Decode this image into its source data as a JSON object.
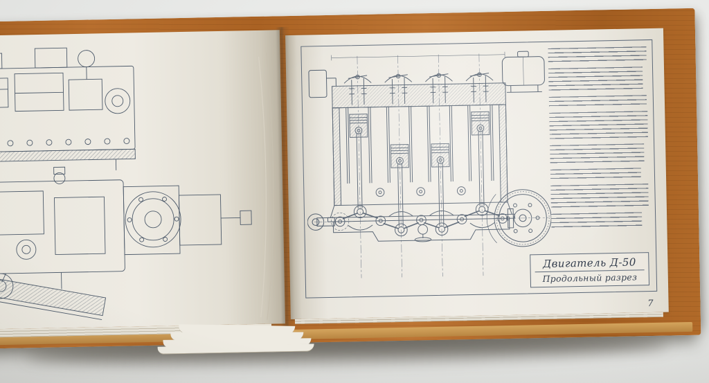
{
  "scene": {
    "description": "Photograph of an open technical-drawings album lying on a light surface",
    "background_color": "#e4e5e3"
  },
  "book": {
    "cover_color": "#b06a28",
    "cover_edge_color": "#c99a55",
    "page_color": "#edeae2",
    "ink_color": "#4d5a6a"
  },
  "left_page": {
    "drawings": [
      "engine-side-view-partial",
      "engine-rear-view-with-gearbox"
    ]
  },
  "right_page": {
    "drawing": "engine-longitudinal-cross-section",
    "title_block": {
      "line1": "Двигатель Д-50",
      "line2": "Продольный разрез"
    },
    "page_number": "7"
  }
}
